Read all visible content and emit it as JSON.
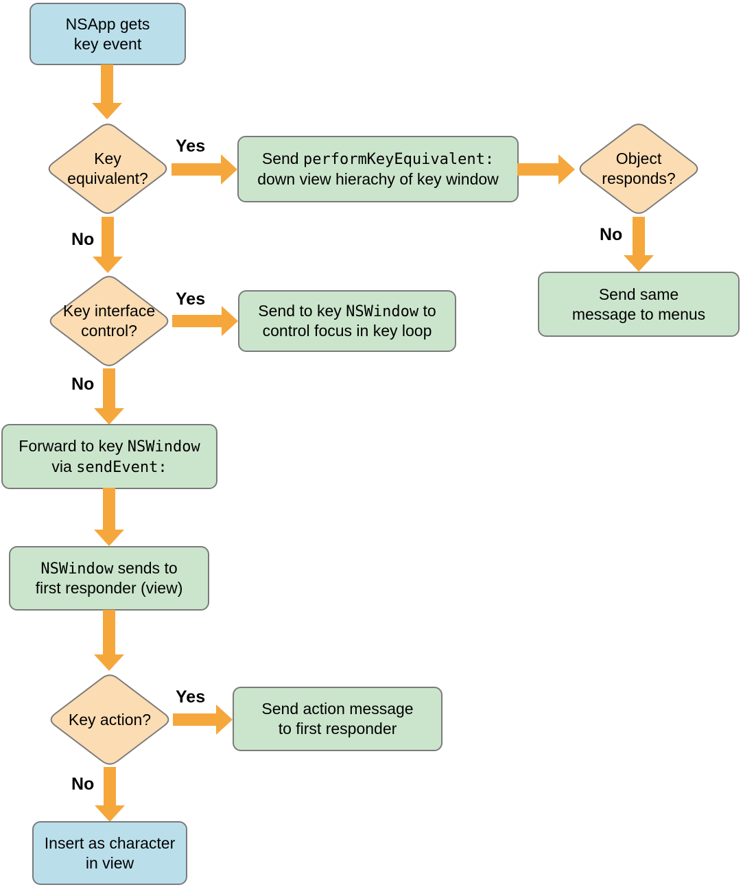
{
  "colors": {
    "terminal_fill": "#badfeb",
    "process_fill": "#cbe5cc",
    "decision_fill": "#fbdcb3",
    "shape_border": "#7a7a7a",
    "arrow": "#f5a73c",
    "text": "#000000"
  },
  "nodes": {
    "start": {
      "line1": "NSApp gets",
      "line2": "key event"
    },
    "key_equivalent": {
      "line1": "Key",
      "line2": "equivalent?"
    },
    "perform_key_equivalent": {
      "l1a": "Send ",
      "l1code": "performKeyEquivalent:",
      "line2": "down view hierachy of key window"
    },
    "object_responds": {
      "line1": "Object",
      "line2": "responds?"
    },
    "send_same_message": {
      "line1": "Send same",
      "line2": "message to menus"
    },
    "key_interface_control": {
      "line1": "Key interface",
      "line2": "control?"
    },
    "send_to_key_nswindow": {
      "l1a": "Send to key ",
      "l1code": "NSWindow",
      "l1b": " to",
      "line2": "control focus in key loop"
    },
    "forward_to_key_nswindow": {
      "l1a": "Forward to key ",
      "l1code": "NSWindow",
      "l2a": "via ",
      "l2code": "sendEvent:"
    },
    "nswindow_sends": {
      "l1code": "NSWindow",
      "l1b": " sends to",
      "line2": "first responder (view)"
    },
    "key_action": {
      "line1": "Key action?"
    },
    "send_action_message": {
      "line1": "Send action message",
      "line2": "to first responder"
    },
    "insert_as_character": {
      "line1": "Insert as character",
      "line2": "in view"
    }
  },
  "edges": [
    {
      "from": "start",
      "to": "key_equivalent",
      "label": ""
    },
    {
      "from": "key_equivalent",
      "to": "perform_key_equivalent",
      "label": "Yes"
    },
    {
      "from": "perform_key_equivalent",
      "to": "object_responds",
      "label": ""
    },
    {
      "from": "object_responds",
      "to": "send_same_message",
      "label": "No"
    },
    {
      "from": "key_equivalent",
      "to": "key_interface_control",
      "label": "No"
    },
    {
      "from": "key_interface_control",
      "to": "send_to_key_nswindow",
      "label": "Yes"
    },
    {
      "from": "key_interface_control",
      "to": "forward_to_key_nswindow",
      "label": "No"
    },
    {
      "from": "forward_to_key_nswindow",
      "to": "nswindow_sends",
      "label": ""
    },
    {
      "from": "nswindow_sends",
      "to": "key_action",
      "label": ""
    },
    {
      "from": "key_action",
      "to": "send_action_message",
      "label": "Yes"
    },
    {
      "from": "key_action",
      "to": "insert_as_character",
      "label": "No"
    }
  ]
}
